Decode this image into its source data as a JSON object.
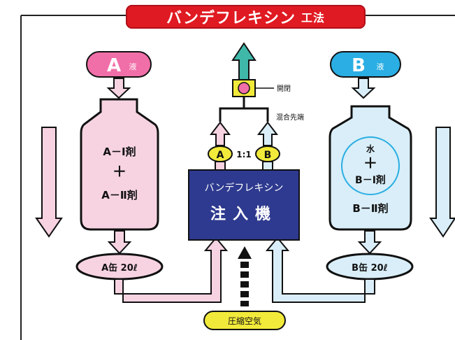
{
  "title": {
    "main": "バンデフレキシン",
    "suffix": "工法"
  },
  "liquid_a": {
    "letter": "A",
    "suffix": "液",
    "color": "#f16fa8"
  },
  "liquid_b": {
    "letter": "B",
    "suffix": "液",
    "color": "#2aaee3"
  },
  "tank_a": {
    "agent_1": "A－Ⅰ剤",
    "plus": "＋",
    "agent_2": "A－Ⅱ剤",
    "fill": "#f7d3e2"
  },
  "tank_b": {
    "water": "水",
    "plus": "＋",
    "agent_1": "B－Ⅰ剤",
    "agent_2": "B－Ⅱ剤",
    "fill": "#d9eef8"
  },
  "injector": {
    "name": "バンデフレキシン",
    "label": "注入機",
    "color": "#2e3a8f"
  },
  "ratio": {
    "a": "A",
    "text": "1:1",
    "b": "B"
  },
  "valve_label": "開閉",
  "mix_label": "混合先端",
  "pail_a": {
    "text": "A缶 20ℓ"
  },
  "pail_b": {
    "text": "B缶 20ℓ"
  },
  "air": {
    "text": "圧縮空気",
    "color": "#f2ea3a"
  }
}
